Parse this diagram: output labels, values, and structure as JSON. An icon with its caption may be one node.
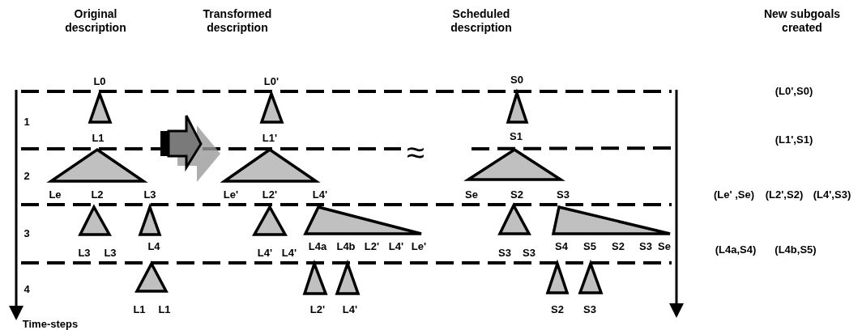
{
  "diagram": {
    "nodes": [
      {
        "text": [],
        "shape": "triangle",
        "beside": [
          "L0",
          "L1"
        ]
      },
      {
        "text": [],
        "shape": "triangle",
        "beside": [
          "Le",
          "L2",
          "L3"
        ]
      },
      {
        "text": [],
        "shape": "triangle",
        "beside": [
          "L3",
          "L3"
        ]
      },
      {
        "text": [],
        "shape": "triangle",
        "beside": [
          "L4"
        ]
      },
      {
        "text": [],
        "shape": "triangle",
        "beside": [
          "L1",
          "L1"
        ]
      },
      {
        "text": [],
        "shape": "triangle",
        "beside": [
          "L0'",
          "L1'"
        ]
      },
      {
        "text": [],
        "shape": "triangle",
        "beside": [
          "Le'",
          "L2'",
          "L4'"
        ]
      },
      {
        "text": [],
        "shape": "triangle",
        "beside": [
          "L4'",
          "L4'"
        ]
      },
      {
        "text": [],
        "shape": "triangle",
        "beside": [
          "L4a",
          "L4b",
          "L2'",
          "L4'",
          "Le'"
        ]
      },
      {
        "text": [],
        "shape": "triangle",
        "beside": [
          "L2'"
        ]
      },
      {
        "text": [],
        "shape": "triangle",
        "beside": [
          "L4'"
        ]
      },
      {
        "text": [],
        "shape": "triangle",
        "beside": [
          "S0",
          "S1"
        ]
      },
      {
        "text": [],
        "shape": "triangle",
        "beside": [
          "Se",
          "S2",
          "S3"
        ]
      },
      {
        "text": [],
        "shape": "triangle",
        "beside": [
          "S3",
          "S3"
        ]
      },
      {
        "text": [],
        "shape": "triangle",
        "beside": [
          "S4",
          "S5",
          "S2",
          "S3",
          "Se"
        ]
      },
      {
        "text": [],
        "shape": "triangle",
        "beside": [
          "S2"
        ]
      },
      {
        "text": [],
        "shape": "triangle",
        "beside": [
          "S3"
        ]
      }
    ],
    "edges": [
      {
        "from": 1,
        "to": 6,
        "arrow": "to",
        "style": "thick"
      }
    ],
    "labels": [
      "Original description",
      "Transformed description",
      "Scheduled description",
      "New subgoals created",
      "(L0',S0)",
      "1",
      "(L1',S1)",
      "≈",
      "2",
      "(Le' ,Se)",
      "(L2',S2)",
      "(L4',S3)",
      "3",
      "(L4a,S4)",
      "(L4b,S5)",
      "4",
      "Time-steps"
    ]
  }
}
